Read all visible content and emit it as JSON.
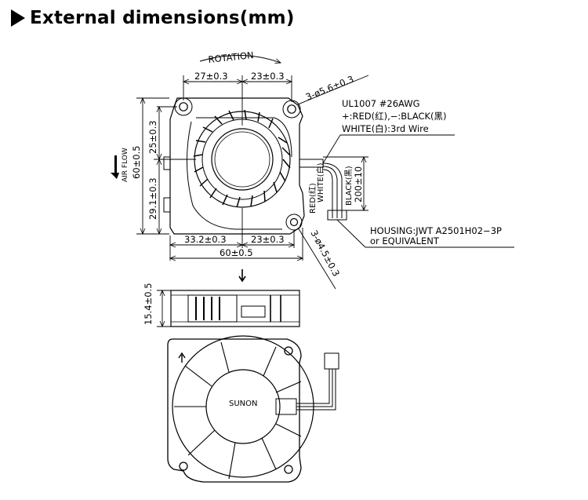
{
  "header": {
    "title": "External dimensions(mm)",
    "bullet_icon": "right-triangle-icon"
  },
  "top_view": {
    "rotation": "ROTATION",
    "dim_top_left": "27±0.3",
    "dim_top_right": "23±0.3",
    "dim_hole_top": "3-ø5.6±0.3",
    "dim_left_upper": "25±0.3",
    "dim_left_lower": "29.1±0.3",
    "dim_height_total": "60±0.5",
    "air_flow": "AIR FLOW",
    "dim_bottom_left": "33.2±0.3",
    "dim_bottom_right": "23±0.3",
    "dim_width_total": "60±0.5",
    "dim_hole_bottom": "3-ø4.5±0.3"
  },
  "wire_notes": {
    "cable_spec": "UL1007 #26AWG",
    "polarity": "+:RED(红),−:BLACK(黑)",
    "third_wire": "WHITE(白):3rd Wire",
    "red_label": "RED(红)",
    "white_label": "WHITE(白)",
    "black_label": "BLACK(黑)",
    "lead_length": "200±10",
    "housing_line1": "HOUSING:JWT A2501H02−3P",
    "housing_line2": "or EQUIVALENT"
  },
  "side_view": {
    "dim_thickness": "15.4±0.5"
  },
  "bottom_view": {
    "brand": "SUNON"
  }
}
